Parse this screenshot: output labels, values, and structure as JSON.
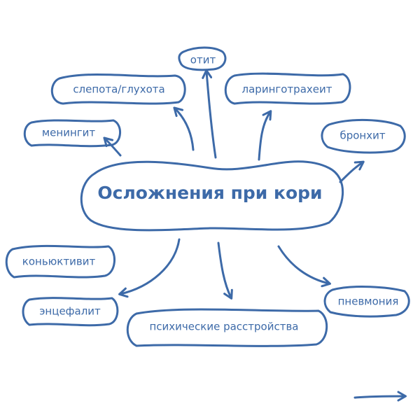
{
  "title": "Осложнения при кори",
  "nodes": {
    "otitis": "отит",
    "blindness_deafness": "слепота/глухота",
    "laryngotracheitis": "ларинготрахеит",
    "meningitis": "менингит",
    "bronchitis": "бронхит",
    "conjunctivitis": "коньюктивит",
    "encephalitis": "энцефалит",
    "mental_disorders": "психические расстройства",
    "pneumonia": "пневмония"
  },
  "colors": {
    "accent": "#3d6aa8"
  }
}
